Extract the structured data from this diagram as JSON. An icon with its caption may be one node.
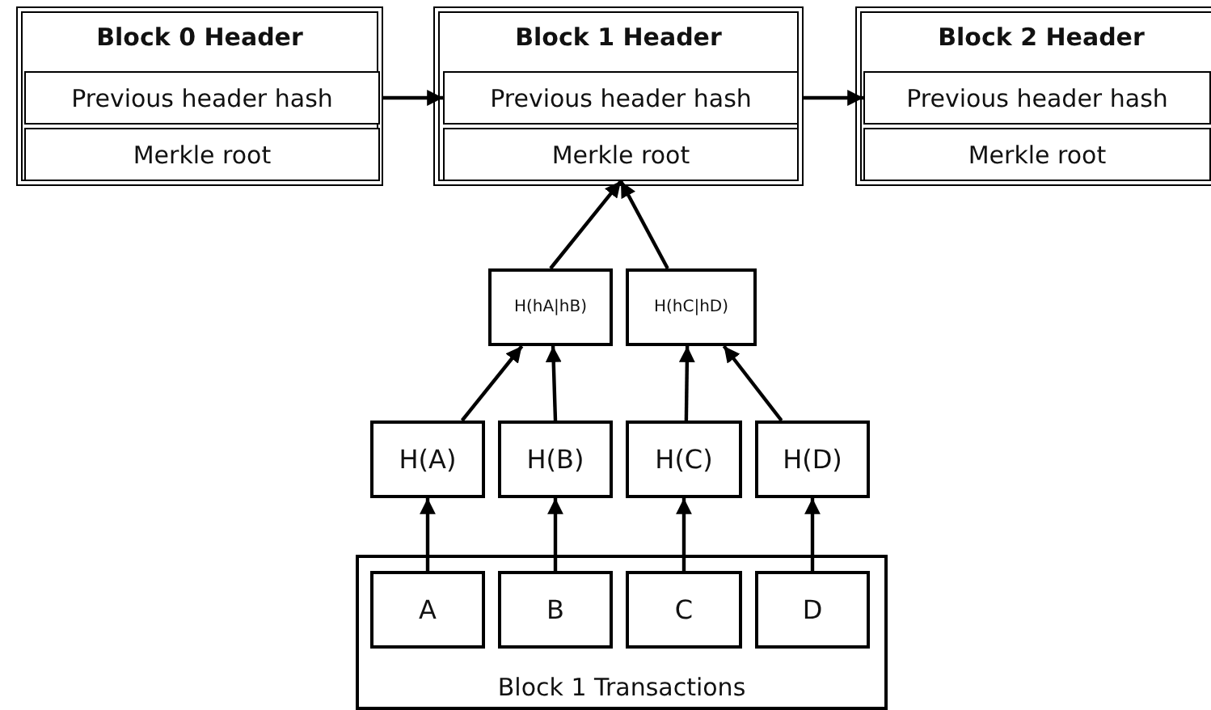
{
  "diagram": {
    "nodes": [
      {
        "text": [
          "Block 0 Header"
        ]
      },
      {
        "text": [
          "Previous header hash"
        ],
        "in": 0
      },
      {
        "text": [
          "Merkle root"
        ],
        "in": 0
      },
      {
        "text": [
          "Block 1 Header"
        ]
      },
      {
        "text": [
          "Previous header hash"
        ],
        "in": 3
      },
      {
        "text": [
          "Merkle root"
        ],
        "in": 3
      },
      {
        "text": [
          "Block 2 Header"
        ]
      },
      {
        "text": [
          "Previous header hash"
        ],
        "in": 6
      },
      {
        "text": [
          "Merkle root"
        ],
        "in": 6
      },
      {
        "text": [
          "H(hA|hB)"
        ]
      },
      {
        "text": [
          "H(hC|hD)"
        ]
      },
      {
        "text": [
          "H(A)"
        ]
      },
      {
        "text": [
          "H(B)"
        ]
      },
      {
        "text": [
          "H(C)"
        ]
      },
      {
        "text": [
          "H(D)"
        ]
      },
      {
        "text": [
          "Block 1 Transactions"
        ]
      },
      {
        "text": [
          "A"
        ],
        "in": 15
      },
      {
        "text": [
          "B"
        ],
        "in": 15
      },
      {
        "text": [
          "C"
        ],
        "in": 15
      },
      {
        "text": [
          "D"
        ],
        "in": 15
      }
    ],
    "edges": [
      {
        "from": 0,
        "to": 4,
        "arrow": "to"
      },
      {
        "from": 3,
        "to": 7,
        "arrow": "to"
      },
      {
        "from": 9,
        "to": 5,
        "arrow": "to"
      },
      {
        "from": 10,
        "to": 5,
        "arrow": "to"
      },
      {
        "from": 11,
        "to": 9,
        "arrow": "to"
      },
      {
        "from": 12,
        "to": 9,
        "arrow": "to"
      },
      {
        "from": 13,
        "to": 10,
        "arrow": "to"
      },
      {
        "from": 14,
        "to": 10,
        "arrow": "to"
      },
      {
        "from": 16,
        "to": 11,
        "arrow": "to"
      },
      {
        "from": 17,
        "to": 12,
        "arrow": "to"
      },
      {
        "from": 18,
        "to": 13,
        "arrow": "to"
      },
      {
        "from": 19,
        "to": 14,
        "arrow": "to"
      }
    ]
  }
}
